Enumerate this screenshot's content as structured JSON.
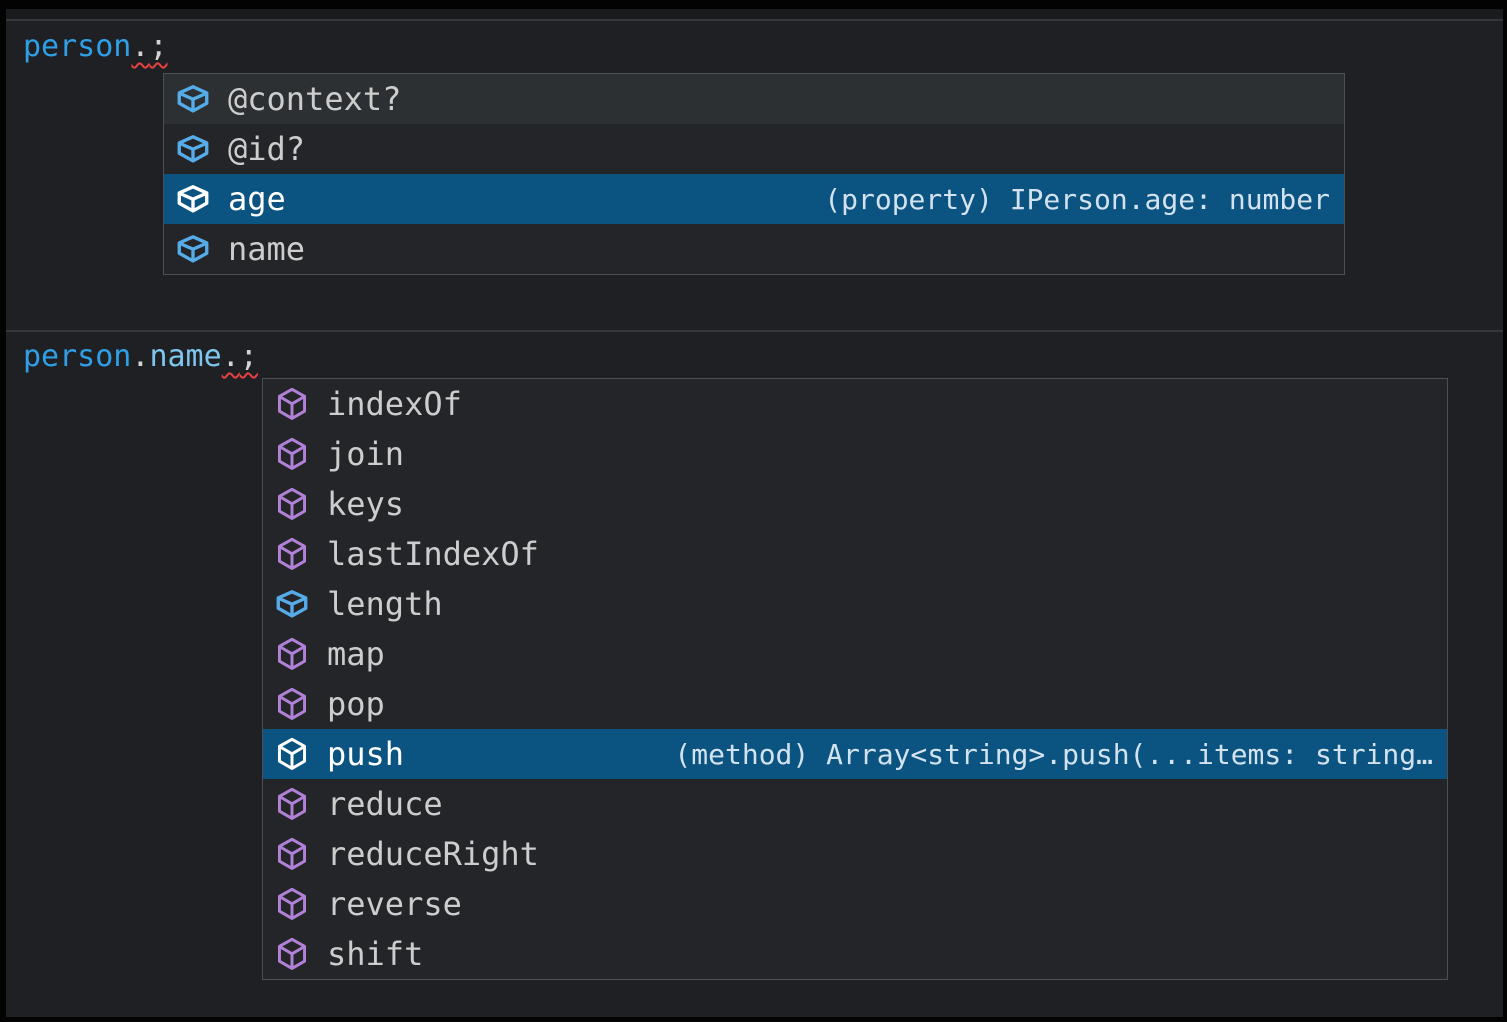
{
  "theme": {
    "selection_background": "#0b5380",
    "field_icon_color": "#55ace8",
    "method_icon_color": "#b180d7",
    "error_squiggle_color": "#e84141",
    "variable_color": "#2f9fe6",
    "property_color": "#7fc5ee"
  },
  "snippet1": {
    "code": {
      "variable": "person",
      "dot": ".",
      "semicolon": ";"
    },
    "suggest": {
      "items": [
        {
          "label": "@context?",
          "kind": "field",
          "state": "hovered"
        },
        {
          "label": "@id?",
          "kind": "field"
        },
        {
          "label": "age",
          "kind": "field",
          "state": "selected",
          "detail": "(property) IPerson.age: number"
        },
        {
          "label": "name",
          "kind": "field"
        }
      ]
    }
  },
  "snippet2": {
    "code": {
      "variable": "person",
      "dot1": ".",
      "property": "name",
      "dot2": ".",
      "semicolon": ";"
    },
    "suggest": {
      "items": [
        {
          "label": "indexOf",
          "kind": "method"
        },
        {
          "label": "join",
          "kind": "method"
        },
        {
          "label": "keys",
          "kind": "method"
        },
        {
          "label": "lastIndexOf",
          "kind": "method"
        },
        {
          "label": "length",
          "kind": "field"
        },
        {
          "label": "map",
          "kind": "method"
        },
        {
          "label": "pop",
          "kind": "method"
        },
        {
          "label": "push",
          "kind": "method",
          "state": "selected",
          "detail": "(method) Array<string>.push(...items: string…"
        },
        {
          "label": "reduce",
          "kind": "method"
        },
        {
          "label": "reduceRight",
          "kind": "method"
        },
        {
          "label": "reverse",
          "kind": "method"
        },
        {
          "label": "shift",
          "kind": "method"
        }
      ]
    }
  }
}
